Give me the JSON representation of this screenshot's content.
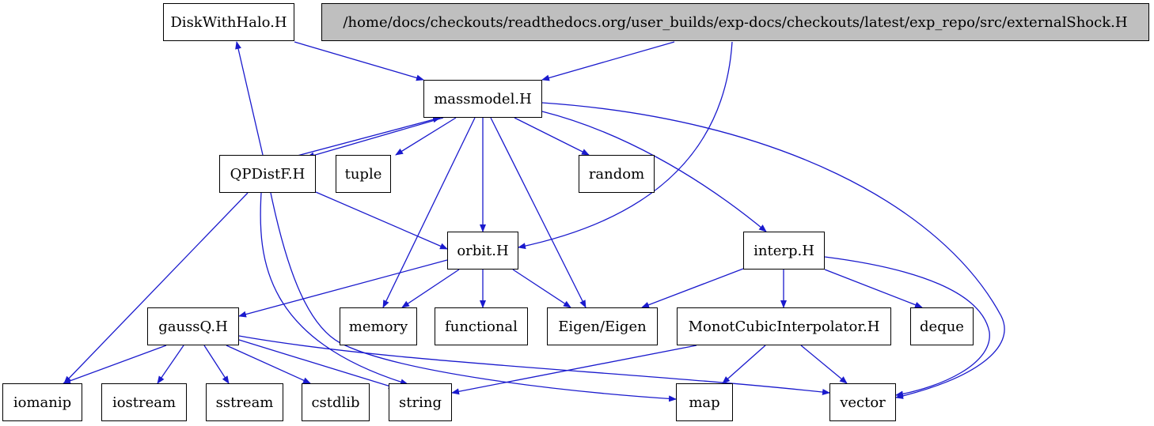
{
  "graph": {
    "root": "/home/docs/checkouts/readthedocs.org/user_builds/exp-docs/checkouts/latest/exp_repo/src/externalShock.H",
    "colors": {
      "edge": "#1a1acd",
      "root_fill": "#bfbfbf",
      "node_fill": "#ffffff",
      "border": "#000000"
    },
    "nodes": [
      {
        "id": "externalShock",
        "label": "/home/docs/checkouts/readthedocs.org/user_builds/exp-docs/checkouts/latest/exp_repo/src/externalShock.H",
        "root": true
      },
      {
        "id": "DiskWithHalo",
        "label": "DiskWithHalo.H"
      },
      {
        "id": "massmodel",
        "label": "massmodel.H"
      },
      {
        "id": "QPDistF",
        "label": "QPDistF.H"
      },
      {
        "id": "tuple",
        "label": "tuple"
      },
      {
        "id": "random",
        "label": "random"
      },
      {
        "id": "orbit",
        "label": "orbit.H"
      },
      {
        "id": "interp",
        "label": "interp.H"
      },
      {
        "id": "gaussQ",
        "label": "gaussQ.H"
      },
      {
        "id": "memory",
        "label": "memory"
      },
      {
        "id": "functional",
        "label": "functional"
      },
      {
        "id": "Eigen",
        "label": "Eigen/Eigen"
      },
      {
        "id": "MonotCubic",
        "label": "MonotCubicInterpolator.H"
      },
      {
        "id": "deque",
        "label": "deque"
      },
      {
        "id": "iomanip",
        "label": "iomanip"
      },
      {
        "id": "iostream",
        "label": "iostream"
      },
      {
        "id": "sstream",
        "label": "sstream"
      },
      {
        "id": "cstdlib",
        "label": "cstdlib"
      },
      {
        "id": "string",
        "label": "string"
      },
      {
        "id": "map",
        "label": "map"
      },
      {
        "id": "vector",
        "label": "vector"
      }
    ],
    "edges": [
      {
        "from": "externalShock",
        "to": "massmodel"
      },
      {
        "from": "externalShock",
        "to": "orbit"
      },
      {
        "from": "DiskWithHalo",
        "to": "massmodel"
      },
      {
        "from": "massmodel",
        "to": "QPDistF"
      },
      {
        "from": "massmodel",
        "to": "tuple"
      },
      {
        "from": "massmodel",
        "to": "memory"
      },
      {
        "from": "massmodel",
        "to": "orbit"
      },
      {
        "from": "massmodel",
        "to": "Eigen"
      },
      {
        "from": "massmodel",
        "to": "random"
      },
      {
        "from": "massmodel",
        "to": "interp"
      },
      {
        "from": "massmodel",
        "to": "vector"
      },
      {
        "from": "QPDistF",
        "to": "DiskWithHalo"
      },
      {
        "from": "QPDistF",
        "to": "massmodel"
      },
      {
        "from": "QPDistF",
        "to": "orbit"
      },
      {
        "from": "QPDistF",
        "to": "iomanip"
      },
      {
        "from": "QPDistF",
        "to": "string"
      },
      {
        "from": "QPDistF",
        "to": "map"
      },
      {
        "from": "orbit",
        "to": "gaussQ"
      },
      {
        "from": "orbit",
        "to": "memory"
      },
      {
        "from": "orbit",
        "to": "functional"
      },
      {
        "from": "orbit",
        "to": "Eigen"
      },
      {
        "from": "interp",
        "to": "Eigen"
      },
      {
        "from": "interp",
        "to": "MonotCubic"
      },
      {
        "from": "interp",
        "to": "deque"
      },
      {
        "from": "interp",
        "to": "vector"
      },
      {
        "from": "gaussQ",
        "to": "iomanip"
      },
      {
        "from": "gaussQ",
        "to": "iostream"
      },
      {
        "from": "gaussQ",
        "to": "sstream"
      },
      {
        "from": "gaussQ",
        "to": "cstdlib"
      },
      {
        "from": "gaussQ",
        "to": "string"
      },
      {
        "from": "gaussQ",
        "to": "vector"
      },
      {
        "from": "MonotCubic",
        "to": "string"
      },
      {
        "from": "MonotCubic",
        "to": "map"
      },
      {
        "from": "MonotCubic",
        "to": "vector"
      }
    ]
  }
}
